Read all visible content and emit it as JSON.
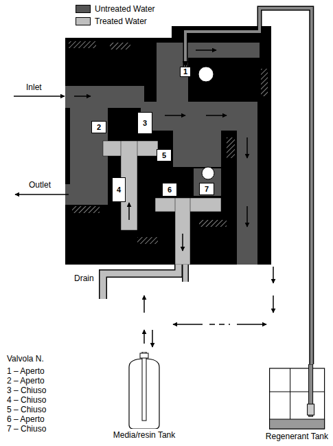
{
  "diagram": {
    "nodes": [
      {
        "text": [
          "1"
        ]
      },
      {
        "text": [
          "2"
        ]
      },
      {
        "text": [
          "3"
        ]
      },
      {
        "text": [
          "4"
        ]
      },
      {
        "text": [
          "5"
        ]
      },
      {
        "text": [
          "6"
        ]
      },
      {
        "text": [
          "7"
        ]
      },
      {
        "text": [
          "Media/resin Tank"
        ]
      },
      {
        "text": [
          "Regenerant Tank"
        ]
      }
    ],
    "edges": [
      {
        "from": 8,
        "to": 0,
        "arrow": "to"
      }
    ],
    "labels": [
      "Inlet",
      "Outlet",
      "Drain",
      "Valvola N.",
      "1 – Aperto",
      "2 – Aperto",
      "3 – Chiuso",
      "4 – Chiuso",
      "5 – Chiuso",
      "6 – Aperto",
      "7 – Chiuso"
    ],
    "legend": [
      {
        "text": "Untreated Water",
        "color": "#555555"
      },
      {
        "text": "Treated Water",
        "color": "#bfbfbf"
      }
    ]
  }
}
